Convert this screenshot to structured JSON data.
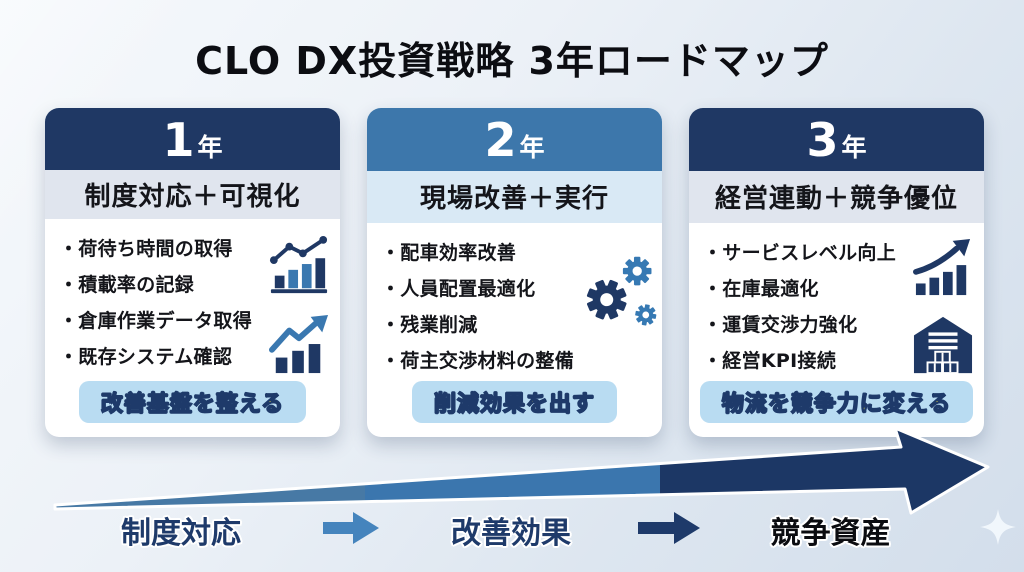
{
  "title": "CLO DX投資戦略 3年ロードマップ",
  "cards": [
    {
      "year_number": "1",
      "year_suffix": "年",
      "subtitle": "制度対応＋可視化",
      "bullets": [
        "・荷待ち時間の取得",
        "・積載率の記録",
        "・倉庫作業データ取得",
        "・既存システム確認"
      ],
      "goal": "改善基盤を整える",
      "icons": [
        "bar-chart-line-icon",
        "bar-chart-arrow-icon"
      ]
    },
    {
      "year_number": "2",
      "year_suffix": "年",
      "subtitle": "現場改善＋実行",
      "bullets": [
        "・配車効率改善",
        "・人員配置最適化",
        "・残業削減",
        "・荷主交渉材料の整備"
      ],
      "goal": "削減効果を出す",
      "icons": [
        "gears-icon"
      ]
    },
    {
      "year_number": "3",
      "year_suffix": "年",
      "subtitle": "経営連動＋競争優位",
      "bullets": [
        "・サービスレベル向上",
        "・在庫最適化",
        "・運賃交渉力強化",
        "・経営KPI接続"
      ],
      "goal": "物流を競争力に変える",
      "icons": [
        "growth-chart-icon",
        "warehouse-icon"
      ]
    }
  ],
  "timeline": {
    "phases": [
      {
        "label": "制度対応",
        "segment_color": "#4779a5"
      },
      {
        "label": "改善効果",
        "segment_color": "#3b76ae"
      },
      {
        "label": "競争資産",
        "segment_color": "#1c3765"
      }
    ]
  },
  "colors": {
    "navy": "#1f3864",
    "blue": "#3d77ab",
    "pill_background": "#b9dcf2",
    "goal_text_yellow": "#f7e73a",
    "subtitle_gray": "#e0e5ee",
    "subtitle_blue": "#d9e9f5",
    "background": "#e7edf4"
  }
}
